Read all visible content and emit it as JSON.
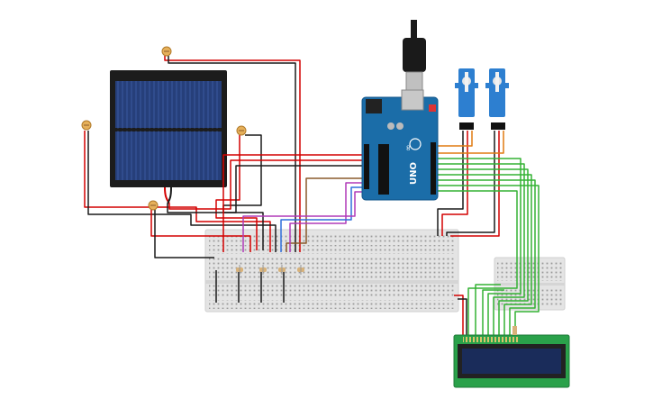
{
  "board": {
    "brand_text": "UNO",
    "logo_text": "∞",
    "color": "#1b6da8"
  },
  "colors": {
    "wire_red": "#d40000",
    "wire_black": "#1a1a1a",
    "wire_green": "#33b233",
    "wire_orange": "#e07a10",
    "wire_purple": "#b03ab8",
    "wire_blue": "#2f6fdc",
    "wire_brown": "#8a5a2b",
    "breadboard": "#e4e4e4",
    "solar_cell": "#263f7a",
    "lcd_pcb": "#2aa14a",
    "lcd_screen": "#1a2c5a",
    "servo_body": "#2d7fd0"
  },
  "components": {
    "solar_panel": "solar-panel",
    "breadboard_main": "breadboard-main",
    "breadboard_small": "breadboard-small",
    "servo_left": "servo-motor",
    "servo_right": "servo-motor",
    "lcd": "lcd-16x2",
    "usb": "usb-cable"
  }
}
